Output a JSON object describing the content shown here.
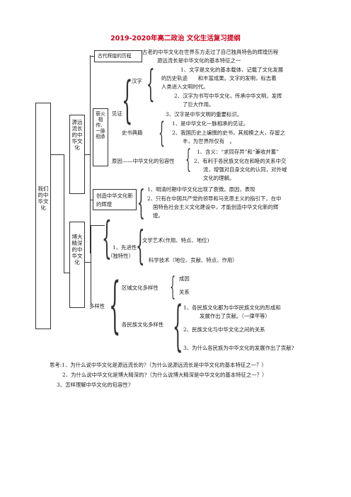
{
  "title": "2019-2020年高二政治 文化生活复习提纲",
  "root": "我们的中华文化",
  "branch1": {
    "label": "源远流长的中华文化",
    "box_ancient": "古代辉煌的历程",
    "ancient_text_1": "古老的中华文化在世界东方走过了自己独具特色的辉煌历程",
    "ancient_text_2": "源远流长是中华文化的基本特征之一",
    "sub_label": "薪火相传、一脉相承",
    "jianzheng": "见证",
    "hanzi": "汉字",
    "hanzi_1a": "1、文字是文化的基本载体，记载了文化发展",
    "hanzi_1b": "的历史轨迹　　和丰富成果。文字的发明，标志着",
    "hanzi_1c": "人类进入文明时代。",
    "hanzi_2a": "2、汉字为书写中华文化，传承中华文明，发挥",
    "hanzi_2b": "了巨大作用。",
    "hanzi_3": "3、汉字是中华文明的重要标识。",
    "shishu": "史书典籍",
    "shishu_1": "1、是中华文化一脉相承的见证。",
    "shishu_2a": "2、我国历史上编撰的史书，其规模之大，存留之",
    "shishu_2b": "丰，为世界所仅有　。",
    "reason": "原因——中华文化的包容性",
    "reason_1": "1、含义：“求同存异”和“兼收并蓄”",
    "reason_2a": "2、有利于各民族文化在和睦的关系中交",
    "reason_2b": "流，增强对自身文化的认同，对外域",
    "reason_2c": "文化的理解。",
    "box_create": "创造中华文化新的辉煌",
    "create_1": "1、明清时期中华文化出现了衰微。原因，表现",
    "create_2a": "2、只有在中国共产党的领导和马克思主义的指引下，在中",
    "create_2b": "国特色社会主义文化建设中，才能创造中华文化新的辉",
    "create_2c": "煌。"
  },
  "branch2": {
    "label": "博大精深的中华文化",
    "xianjin": "1、先进性",
    "dute": "（独特性）",
    "wenxue": "文学艺术(作用、特点、地位)",
    "keji": "科学技术（地位、贡献、特点、作用）",
    "duoyang": "多样性",
    "quyu": "区域文化多样性",
    "chengyin": "成因",
    "guanxi": "关系",
    "minzu": "各民族文化多样性",
    "minzu_1a": "1、各民族文化都为中华民族文化的形成和",
    "minzu_1b": "发展作出了贡献。（一律平等）",
    "minzu_2": "2、民族文化与中华文化之间的关系",
    "minzu_3": "3、为什么各民族为中华文化的发展作出了贡献?"
  },
  "questions": {
    "q1": "思考:1、为什么说中华文化是源远流长的?（为什么说源远流长是中华文化的基本特征之一？）",
    "q2": "2、为什么说中华文化是博大精深的?（为什么说博大精深是中华文化的基本特征之一？）",
    "q3": "3、怎样理解中华文化的包容性?"
  }
}
